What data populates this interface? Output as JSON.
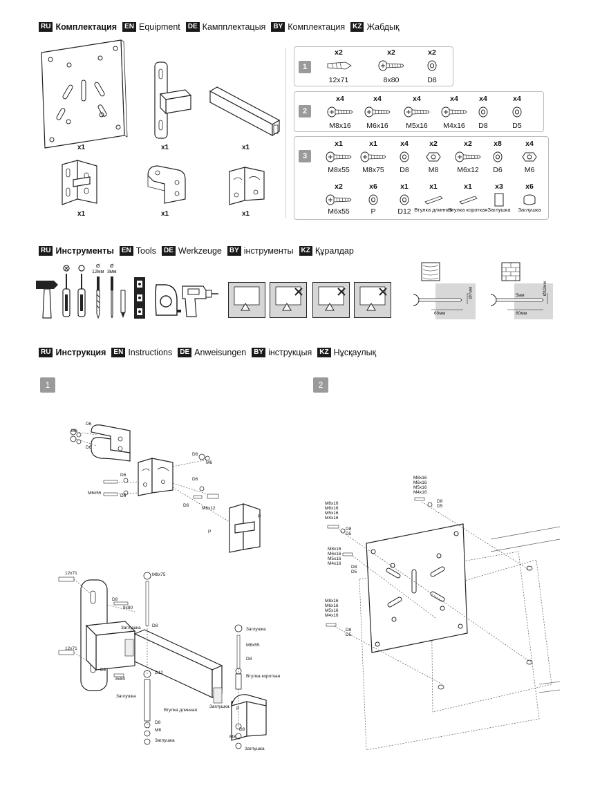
{
  "headers": {
    "equipment": [
      {
        "code": "RU",
        "text": "Комплектация",
        "bold": true
      },
      {
        "code": "EN",
        "text": "Equipment"
      },
      {
        "code": "DE",
        "text": "Кампплектацыя"
      },
      {
        "code": "BY",
        "text": "Комплектация"
      },
      {
        "code": "KZ",
        "text": "Жабдық"
      }
    ],
    "tools": [
      {
        "code": "RU",
        "text": "Инструменты",
        "bold": true
      },
      {
        "code": "EN",
        "text": "Tools"
      },
      {
        "code": "DE",
        "text": "Werkzeuge"
      },
      {
        "code": "BY",
        "text": "інструменты"
      },
      {
        "code": "KZ",
        "text": "Құралдар"
      }
    ],
    "instructions": [
      {
        "code": "RU",
        "text": "Инструкция",
        "bold": true
      },
      {
        "code": "EN",
        "text": "Instructions"
      },
      {
        "code": "DE",
        "text": "Anweisungen"
      },
      {
        "code": "BY",
        "text": "інструкцыя"
      },
      {
        "code": "KZ",
        "text": "Нұсқаулық"
      }
    ]
  },
  "main_parts": [
    "x1",
    "x1",
    "x1",
    "x1",
    "x1",
    "x1"
  ],
  "packs": {
    "p1": {
      "number": "1",
      "items": [
        {
          "q": "x2",
          "n": "12x71"
        },
        {
          "q": "x2",
          "n": "8x80"
        },
        {
          "q": "x2",
          "n": "D8"
        }
      ]
    },
    "p2": {
      "number": "2",
      "items": [
        {
          "q": "x4",
          "n": "M8x16"
        },
        {
          "q": "x4",
          "n": "M6x16"
        },
        {
          "q": "x4",
          "n": "M5x16"
        },
        {
          "q": "x4",
          "n": "M4x16"
        },
        {
          "q": "x4",
          "n": "D8"
        },
        {
          "q": "x4",
          "n": "D5"
        }
      ]
    },
    "p3": {
      "number": "3",
      "row1": [
        {
          "q": "x1",
          "n": "M8x55"
        },
        {
          "q": "x1",
          "n": "M8x75"
        },
        {
          "q": "x4",
          "n": "D8"
        },
        {
          "q": "x2",
          "n": "M8"
        },
        {
          "q": "x2",
          "n": "M6x12"
        },
        {
          "q": "x8",
          "n": "D6"
        },
        {
          "q": "x4",
          "n": "M6"
        }
      ],
      "row2": [
        {
          "q": "x2",
          "n": "M6x55"
        },
        {
          "q": "x6",
          "n": "P"
        },
        {
          "q": "x1",
          "n": "D12"
        },
        {
          "q": "x1",
          "n": "Втулка длинная",
          "small": true
        },
        {
          "q": "x1",
          "n": "Втулка короткая",
          "small": true
        },
        {
          "q": "x3",
          "n": "Заглушка",
          "small": true
        },
        {
          "q": "x6",
          "n": "Заглушка",
          "small": true
        }
      ]
    }
  },
  "tools": {
    "drill_sizes": [
      "Ø\n12мм",
      "Ø\n3мм"
    ],
    "dim_60": "60мм",
    "dim_5": "5мм",
    "dim_12": "Ø12мм",
    "dim_7": "Ø7мм"
  },
  "steps": {
    "s1": "1",
    "s2": "2"
  },
  "step1_labels": [
    "D6",
    "M6",
    "D6",
    "D6",
    "M6",
    "D6",
    "M6x55",
    "D6",
    "D6",
    "D6",
    "M6x12",
    "P",
    "P",
    "12x71",
    "D8",
    "8x80",
    "Заглушка",
    "M8x75",
    "D8",
    "12x71",
    "D8",
    "8x80",
    "Заглушка",
    "D12",
    "Втулка длинная",
    "D8",
    "M8",
    "Заглушка",
    "Заглушка",
    "M8x55",
    "D8",
    "Втулка короткая",
    "Заглушка",
    "P",
    "D8",
    "M8",
    "Заглушка"
  ],
  "step2_labels": {
    "screws": [
      "M8x16",
      "M6x16",
      "M5x16",
      "M4x16"
    ],
    "washers": [
      "D8",
      "D5"
    ]
  }
}
